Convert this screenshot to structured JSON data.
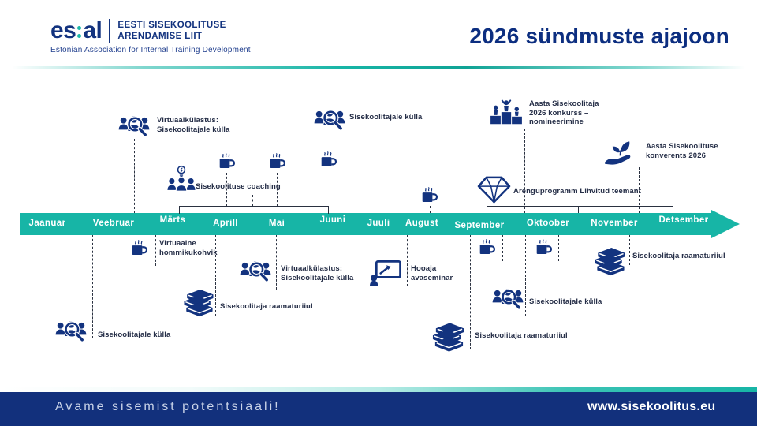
{
  "header": {
    "logo": {
      "wordmark_left": "es",
      "wordmark_right": "al",
      "org_line1": "EESTI SISEKOOLITUSE",
      "org_line2": "ARENDAMISE LIIT",
      "tagline_en": "Estonian Association for Internal Training Development"
    },
    "title": "2026 sündmuste ajajoon"
  },
  "colors": {
    "teal": "#17B5A6",
    "navy": "#13337F",
    "label_text": "#252E47",
    "footer_bg": "#12307C"
  },
  "timeline": {
    "months": [
      "Jaanuar",
      "Veebruar",
      "Märts",
      "Aprill",
      "Mai",
      "Juuni",
      "Juuli",
      "August",
      "September",
      "Oktoober",
      "November",
      "Detsember"
    ]
  },
  "events": {
    "above": [
      {
        "id": "virtuaalkulastus-veebruar",
        "month": "Veebruar",
        "icon": "people-search-icon",
        "label": "Virtuaalkülastus:\nSisekoolitajale külla"
      },
      {
        "id": "coaching",
        "month": "Märts–Juuni",
        "icon": "people-idea-icon",
        "label": "Sisekoolituse coaching"
      },
      {
        "id": "kohvik-aprill",
        "month": "Aprill",
        "icon": "coffee-icon",
        "label": ""
      },
      {
        "id": "kohvik-mai",
        "month": "Mai",
        "icon": "coffee-icon",
        "label": ""
      },
      {
        "id": "kohvik-juuni",
        "month": "Juuni",
        "icon": "coffee-icon",
        "label": ""
      },
      {
        "id": "kyla-juuni",
        "month": "Juuni",
        "icon": "people-search-icon",
        "label": "Sisekoolitajale külla"
      },
      {
        "id": "kohvik-august",
        "month": "August",
        "icon": "coffee-icon",
        "label": ""
      },
      {
        "id": "konkurss",
        "month": "September",
        "icon": "podium-icon",
        "label": "Aasta Sisekoolitaja\n2026 konkurss –\nnomineerimine"
      },
      {
        "id": "teemant",
        "month": "September–Detsember",
        "icon": "diamond-icon",
        "label": "Arenguprogramm Lihvitud teemant"
      },
      {
        "id": "konverents",
        "month": "November",
        "icon": "hand-plant-icon",
        "label": "Aasta Sisekoolituse\nkonverents 2026"
      }
    ],
    "below": [
      {
        "id": "kyla-jaanuar",
        "month": "Jaanuar",
        "icon": "people-search-icon",
        "label": "Sisekoolitajale külla"
      },
      {
        "id": "hommikukohvik",
        "month": "Veebruar",
        "icon": "coffee-icon",
        "label": "Virtuaalne\nhommikukohvik"
      },
      {
        "id": "raamaturiiul-marts",
        "month": "Märts",
        "icon": "books-icon",
        "label": "Sisekoolitaja raamaturiiul"
      },
      {
        "id": "virtuaalkulastus-mai",
        "month": "Mai",
        "icon": "people-search-icon",
        "label": "Virtuaalkülastus:\nSisekoolitajale külla"
      },
      {
        "id": "avaseminar",
        "month": "August",
        "icon": "presentation-icon",
        "label": "Hooaja\navaseminar"
      },
      {
        "id": "raamaturiiul-september",
        "month": "September",
        "icon": "books-icon",
        "label": "Sisekoolitaja raamaturiiul"
      },
      {
        "id": "kohvik-september",
        "month": "September",
        "icon": "coffee-icon",
        "label": ""
      },
      {
        "id": "kyla-oktoober",
        "month": "Oktoober",
        "icon": "people-search-icon",
        "label": "Sisekoolitajale külla"
      },
      {
        "id": "kohvik-oktoober",
        "month": "Oktoober",
        "icon": "coffee-icon",
        "label": ""
      },
      {
        "id": "raamaturiiul-november",
        "month": "November",
        "icon": "books-icon",
        "label": "Sisekoolitaja raamaturiiul"
      }
    ]
  },
  "footer": {
    "tagline": "Avame sisemist potentsiaali!",
    "url": "www.sisekoolitus.eu"
  }
}
